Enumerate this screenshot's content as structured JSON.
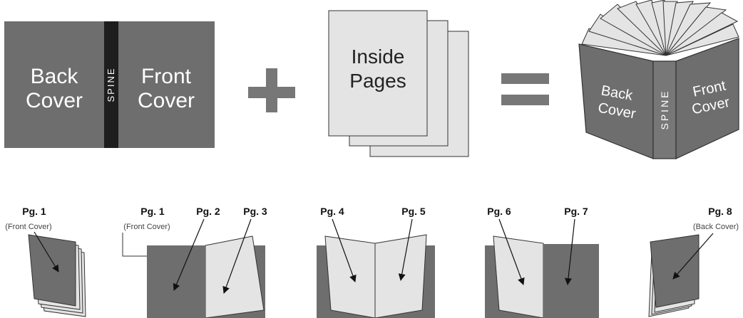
{
  "colors": {
    "cover": "#6e6e6e",
    "spine": "#1e1e1e",
    "page": "#e4e4e4",
    "operator": "#777777",
    "stroke": "#333333",
    "text_white": "#ffffff"
  },
  "top_row": {
    "flat_cover": {
      "back_line1": "Back",
      "back_line2": "Cover",
      "spine": "SPINE",
      "front_line1": "Front",
      "front_line2": "Cover"
    },
    "plus_operator": "plus-sign",
    "inside_pages": {
      "line1": "Inside",
      "line2": "Pages"
    },
    "equals_operator": "equals-sign",
    "bound_book": {
      "back_line1": "Back",
      "back_line2": "Cover",
      "spine": "SPINE",
      "front_line1": "Front",
      "front_line2": "Cover"
    }
  },
  "bottom_row": {
    "step1": {
      "label": "Pg. 1",
      "sub": "(Front Cover)"
    },
    "step2": {
      "label_a": "Pg. 1",
      "sub_a": "(Front Cover)",
      "label_b": "Pg. 2",
      "label_c": "Pg. 3"
    },
    "step3": {
      "label_a": "Pg. 4",
      "label_b": "Pg. 5"
    },
    "step4": {
      "label_a": "Pg. 6",
      "label_b": "Pg. 7"
    },
    "step5": {
      "label": "Pg. 8",
      "sub": "(Back Cover)"
    }
  }
}
